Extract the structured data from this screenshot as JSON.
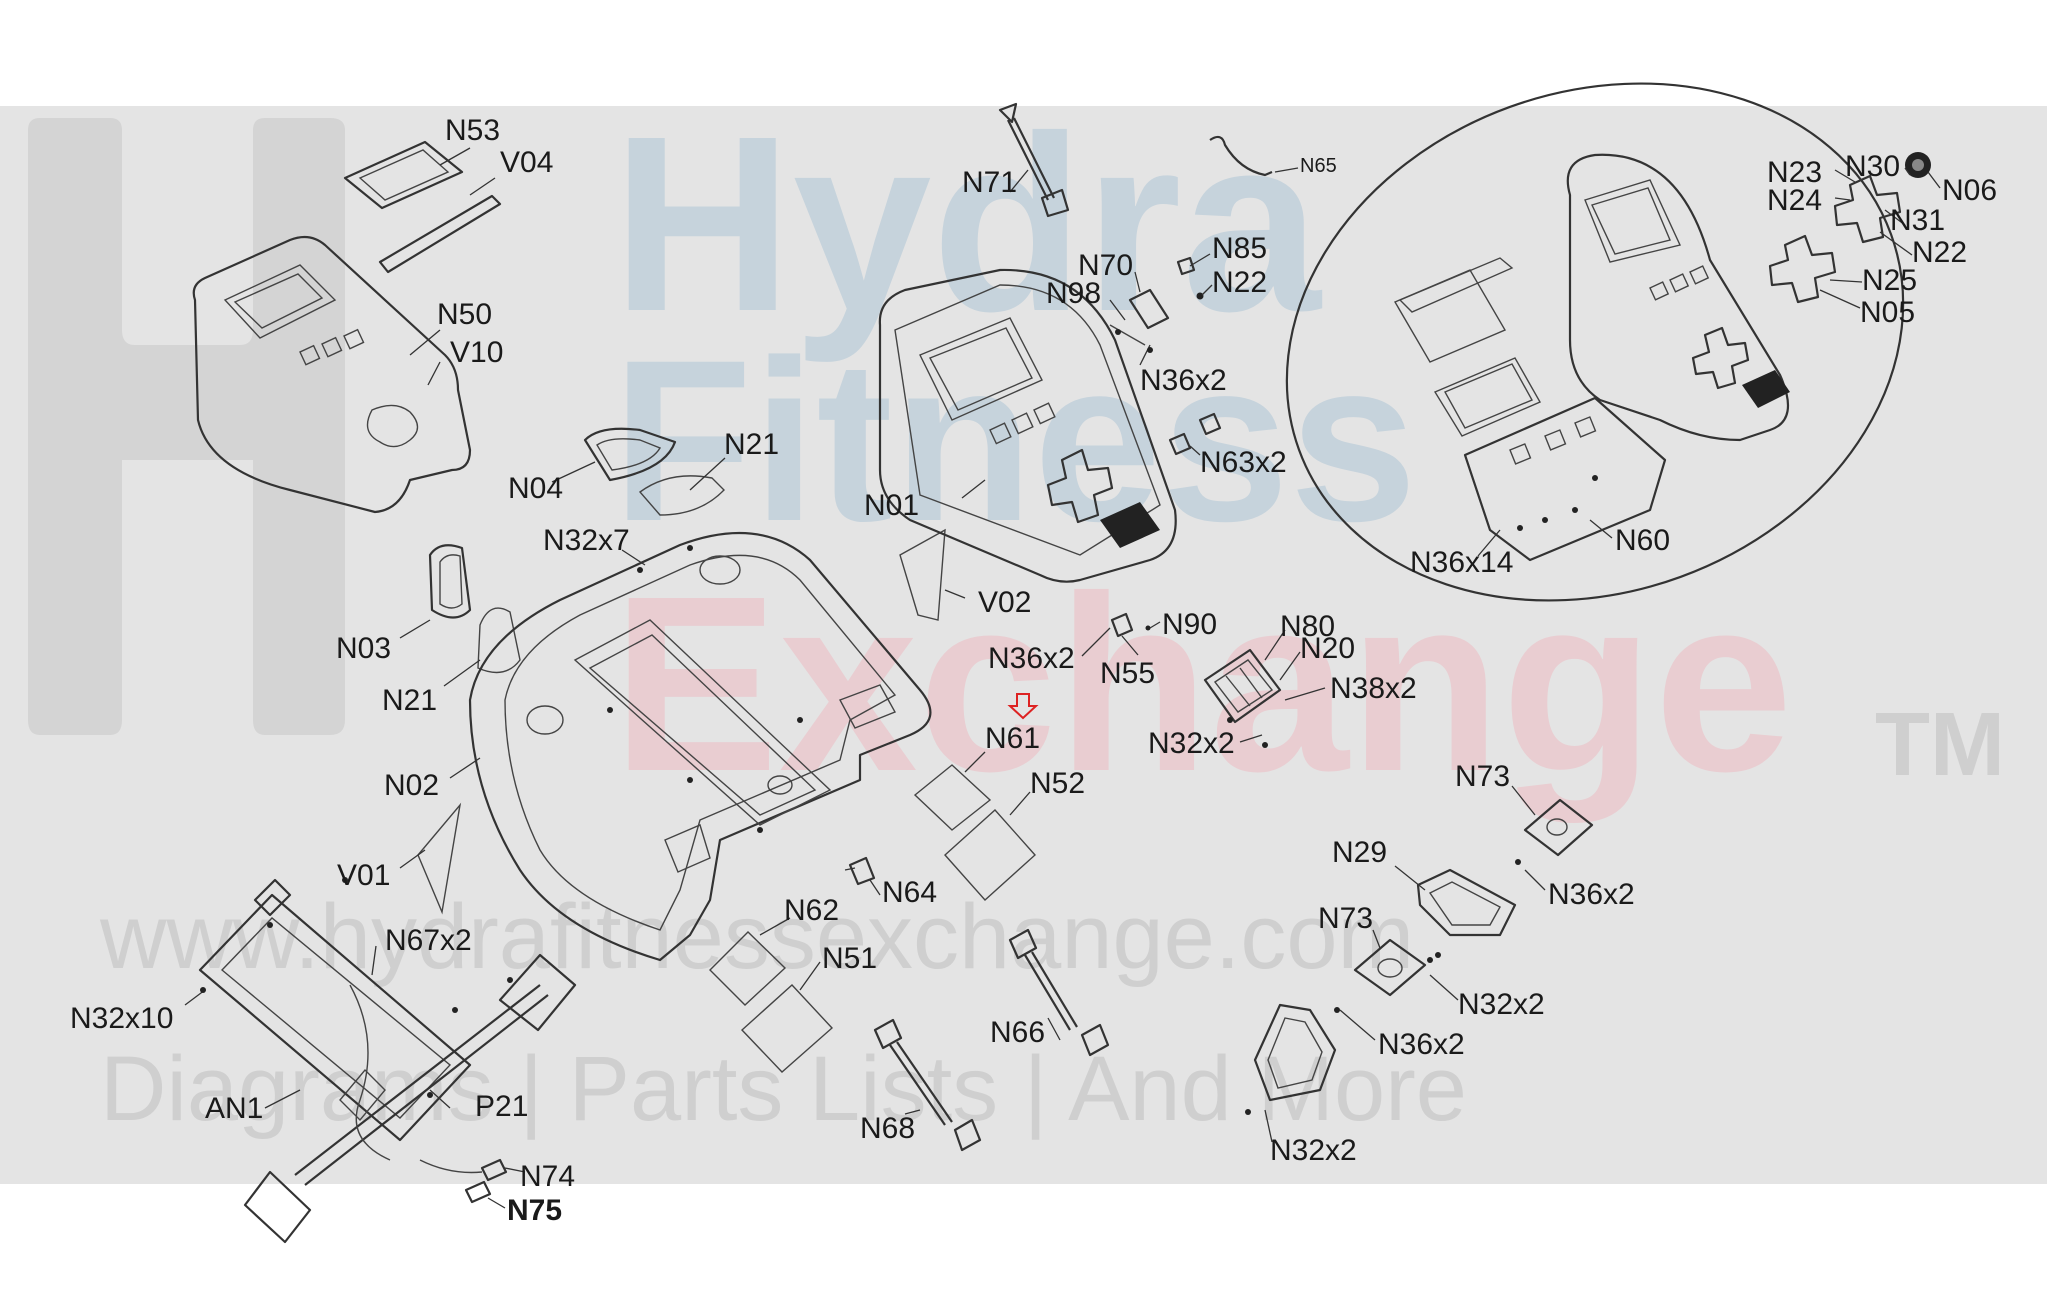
{
  "watermark": {
    "line1": "Hydra",
    "line2": "Fitness",
    "line3": "Exchange",
    "trademark": "TM",
    "url": "www.hydrafitnessexchange.com",
    "tagline": "Diagrams | Parts Lists | And More",
    "color_blue": "#c6d3dc",
    "color_pink": "#e9cdd1",
    "color_grey": "#cfcfcf"
  },
  "labels": {
    "N53": "N53",
    "V04": "V04",
    "N50": "N50",
    "V10": "V10",
    "N04": "N04",
    "N21a": "N21",
    "N32x7": "N32x7",
    "N03": "N03",
    "N21b": "N21",
    "N02": "N02",
    "V01": "V01",
    "N67x2": "N67x2",
    "N32x10": "N32x10",
    "AN1": "AN1",
    "P21": "P21",
    "N74": "N74",
    "N75": "N75",
    "N62": "N62",
    "N51": "N51",
    "N64": "N64",
    "N61": "N61",
    "N52": "N52",
    "N66": "N66",
    "N68": "N68",
    "N71": "N71",
    "N65": "N65",
    "N70": "N70",
    "N85": "N85",
    "N98": "N98",
    "N22a": "N22",
    "N36x2a": "N36x2",
    "N63x2": "N63x2",
    "N01": "N01",
    "V02": "V02",
    "N90": "N90",
    "N36x2b": "N36x2",
    "N55": "N55",
    "N80": "N80",
    "N20": "N20",
    "N38x2": "N38x2",
    "N32x2a": "N32x2",
    "N73a": "N73",
    "N29": "N29",
    "N36x2c": "N36x2",
    "N73b": "N73",
    "N32x2b": "N32x2",
    "N36x2d": "N36x2",
    "N32x2c": "N32x2",
    "N23": "N23",
    "N30": "N30",
    "N06": "N06",
    "N24": "N24",
    "N31": "N31",
    "N22b": "N22",
    "N25": "N25",
    "N05": "N05",
    "N60": "N60",
    "N36x14": "N36x14"
  }
}
